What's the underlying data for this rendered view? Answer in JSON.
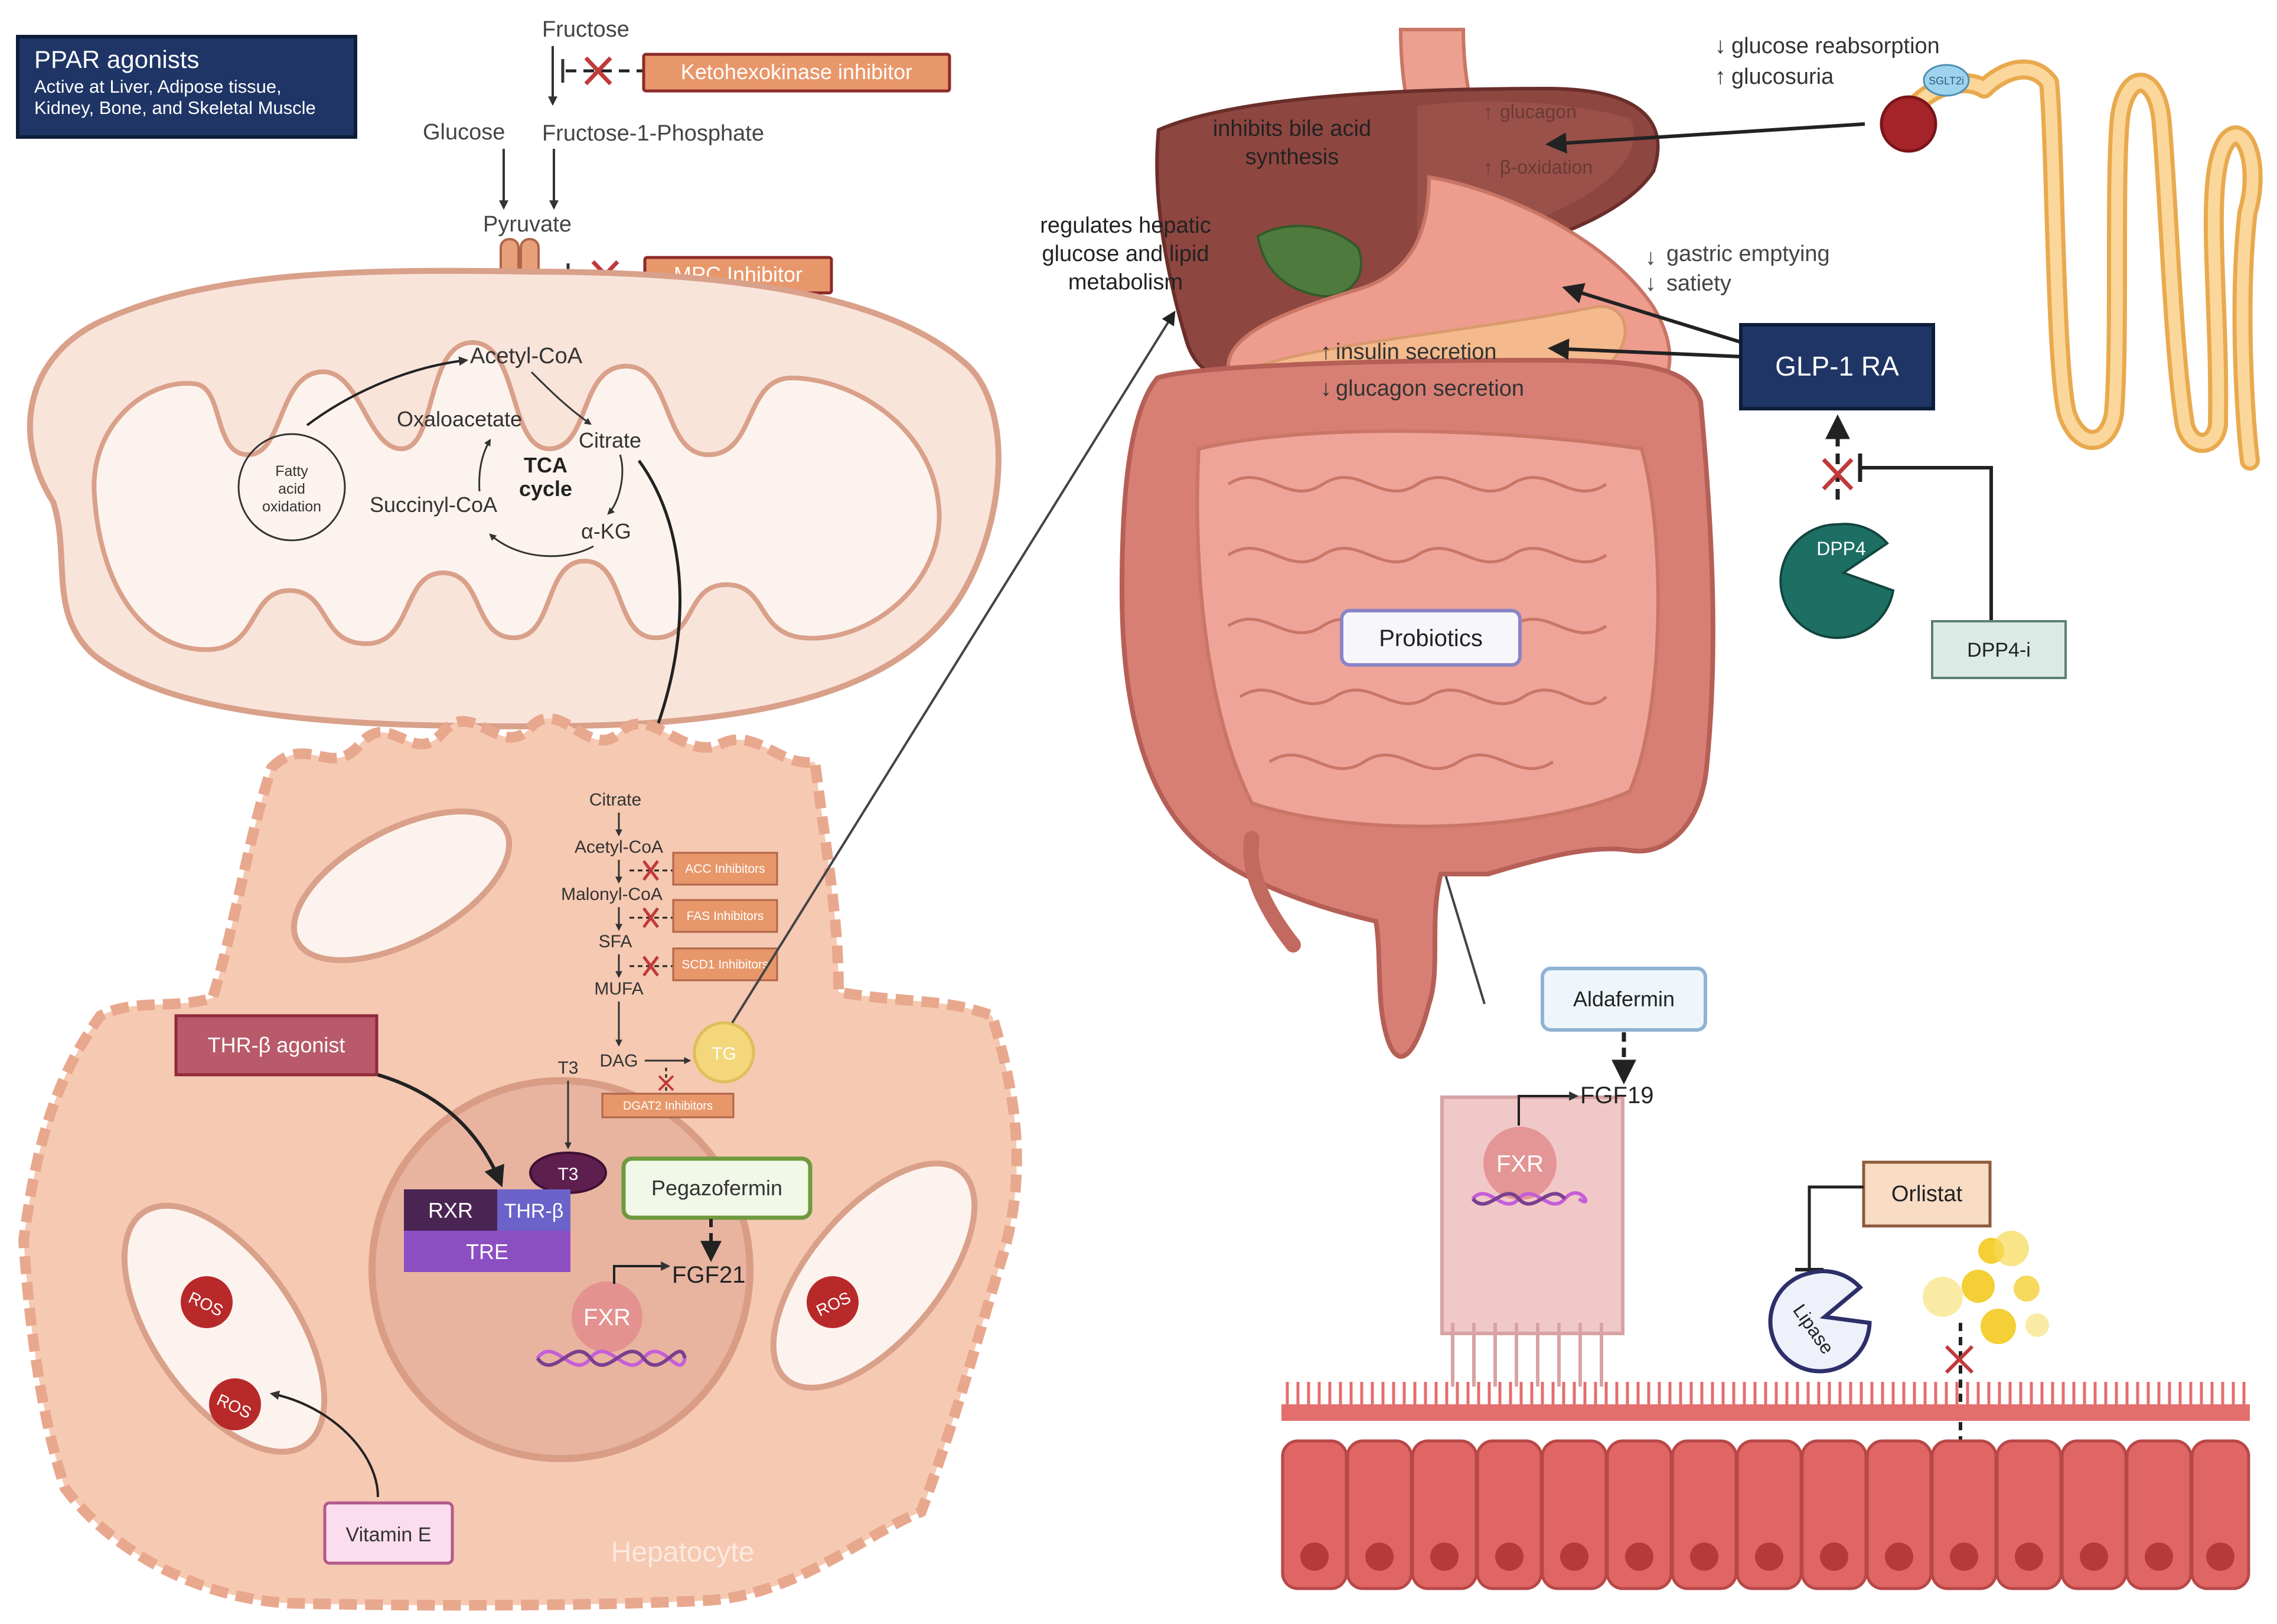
{
  "ppar": {
    "title": "PPAR agonists",
    "subtitle_line1": "Active at Liver, Adipose tissue,",
    "subtitle_line2": "Kidney, Bone, and Skeletal Muscle"
  },
  "top": {
    "fructose": "Fructose",
    "glucose": "Glucose",
    "f1p": "Fructose-1-Phosphate",
    "pyruvate": "Pyruvate"
  },
  "drugs": {
    "khk": "Ketohexokinase inhibitor",
    "mpc": "MPC Inhibitor",
    "acc": "ACC Inhibitors",
    "fas": "FAS Inhibitors",
    "scd1": "SCD1 Inhibitors",
    "dgat2": "DGAT2 Inhibitors",
    "thr": "THR-β agonist",
    "pegazofermin": "Pegazofermin",
    "vitamin_e": "Vitamin E",
    "glp1": "GLP-1 RA",
    "dpp4i": "DPP4-i",
    "probiotics": "Probiotics",
    "aldafermin": "Aldafermin",
    "orlistat": "Orlistat"
  },
  "mito": {
    "acetyl_coa": "Acetyl-CoA",
    "oxaloacetate": "Oxaloacetate",
    "citrate": "Citrate",
    "tca1": "TCA",
    "tca2": "cycle",
    "succinyl": "Succinyl-CoA",
    "akg": "α-KG",
    "fao1": "Fatty",
    "fao2": "acid",
    "fao3": "oxidation"
  },
  "lipo": {
    "citrate": "Citrate",
    "acetyl_coa": "Acetyl-CoA",
    "malonyl": "Malonyl-CoA",
    "sfa": "SFA",
    "mufa": "MUFA",
    "dag": "DAG",
    "tg": "TG",
    "t3": "T3"
  },
  "nucleus": {
    "t3": "T3",
    "rxr": "RXR",
    "thrb": "THR-β",
    "tre": "TRE",
    "fxr": "FXR",
    "fgf21": "FGF21"
  },
  "cell": {
    "label": "Hepatocyte",
    "ros": "ROS"
  },
  "organ": {
    "hepatic_1": "regulates hepatic",
    "hepatic_2": "glucose and lipid",
    "hepatic_3": "metabolism",
    "bile_1": "inhibits bile acid",
    "bile_2": "synthesis",
    "glucagon": "glucagon",
    "beta_ox": "β-oxidation",
    "gastric": "gastric emptying",
    "satiety": "satiety",
    "insulin": "insulin secretion",
    "glucagon_sec": "glucagon secretion",
    "reabs": "glucose reabsorption",
    "glucosuria": "glucosuria",
    "sglt2i": "SGLT2i",
    "dpp4": "DPP4"
  },
  "intestine": {
    "fgf19": "FGF19",
    "fxr": "FXR",
    "lipase": "Lipase"
  },
  "colors": {
    "orange_box": "#E8976A",
    "dark_red_outline": "#8E2A2A",
    "navy": "#1F3566",
    "teal": "#1E6F63",
    "mito_fill": "#F9E4DA",
    "cell_fill": "#F6C9B2"
  }
}
